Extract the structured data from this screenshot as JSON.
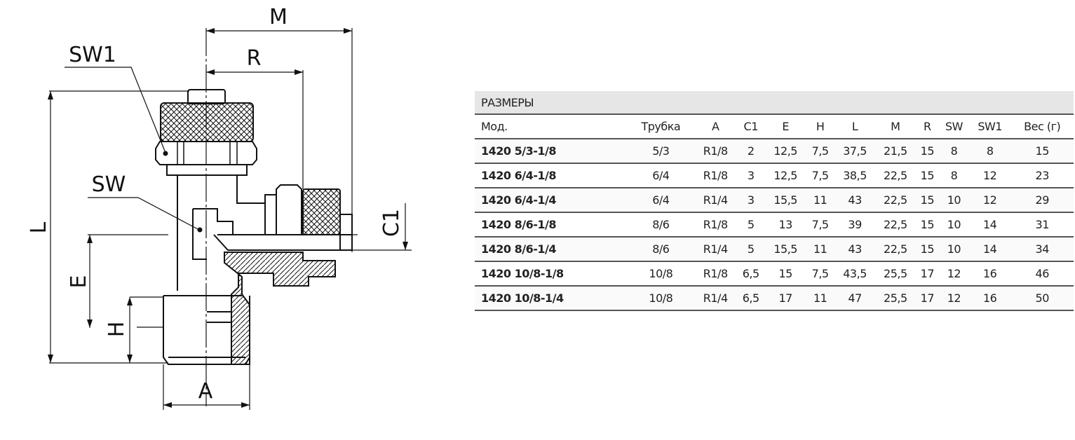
{
  "drawing": {
    "labels": {
      "M": "M",
      "R": "R",
      "SW1": "SW1",
      "SW": "SW",
      "L": "L",
      "E": "E",
      "H": "H",
      "A": "A",
      "C1": "C1"
    }
  },
  "table": {
    "title": "РАЗМЕРЫ",
    "headers": [
      "Мод.",
      "Трубка",
      "A",
      "C1",
      "E",
      "H",
      "L",
      "M",
      "R",
      "SW",
      "SW1",
      "Вес (г)"
    ],
    "rows": [
      [
        "1420 5/3-1/8",
        "5/3",
        "R1/8",
        "2",
        "12,5",
        "7,5",
        "37,5",
        "21,5",
        "15",
        "8",
        "8",
        "15"
      ],
      [
        "1420 6/4-1/8",
        "6/4",
        "R1/8",
        "3",
        "12,5",
        "7,5",
        "38,5",
        "22,5",
        "15",
        "8",
        "12",
        "23"
      ],
      [
        "1420 6/4-1/4",
        "6/4",
        "R1/4",
        "3",
        "15,5",
        "11",
        "43",
        "22,5",
        "15",
        "10",
        "12",
        "29"
      ],
      [
        "1420 8/6-1/8",
        "8/6",
        "R1/8",
        "5",
        "13",
        "7,5",
        "39",
        "22,5",
        "15",
        "10",
        "14",
        "31"
      ],
      [
        "1420 8/6-1/4",
        "8/6",
        "R1/4",
        "5",
        "15,5",
        "11",
        "43",
        "22,5",
        "15",
        "10",
        "14",
        "34"
      ],
      [
        "1420 10/8-1/8",
        "10/8",
        "R1/8",
        "6,5",
        "15",
        "7,5",
        "43,5",
        "25,5",
        "17",
        "12",
        "16",
        "46"
      ],
      [
        "1420 10/8-1/4",
        "10/8",
        "R1/4",
        "6,5",
        "17",
        "11",
        "47",
        "25,5",
        "17",
        "12",
        "16",
        "50"
      ]
    ]
  }
}
